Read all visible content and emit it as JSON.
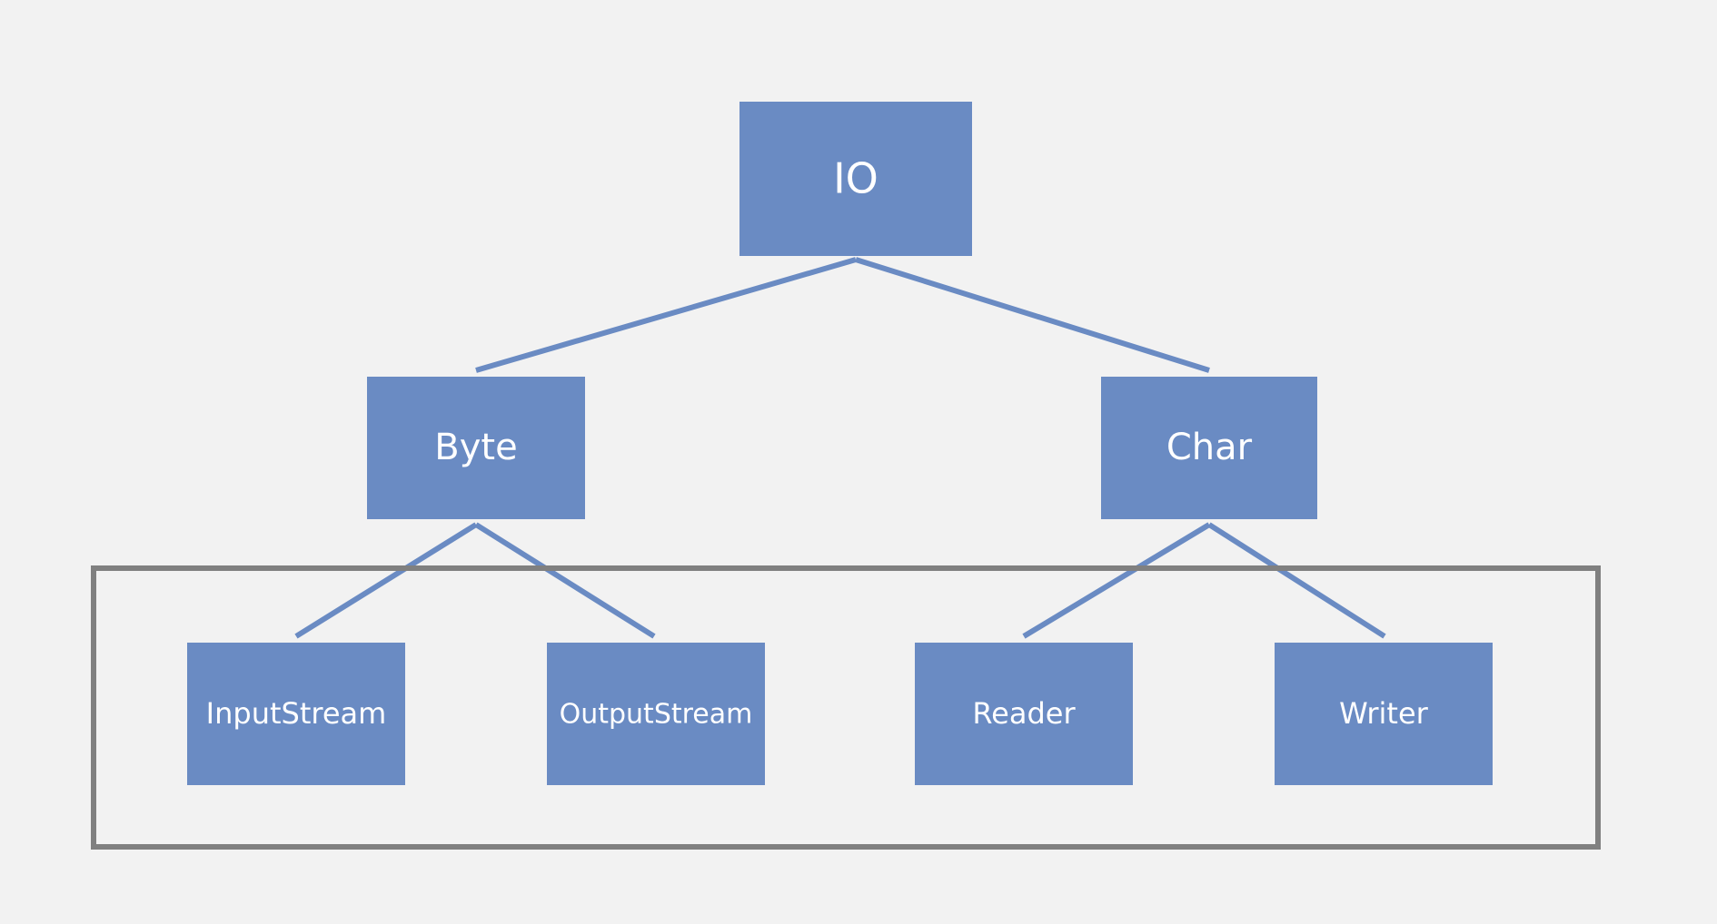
{
  "diagram": {
    "root": {
      "label": "IO"
    },
    "byte": {
      "label": "Byte"
    },
    "char": {
      "label": "Char"
    },
    "input_stream": {
      "label": "InputStream"
    },
    "output_stream": {
      "label": "OutputStream"
    },
    "reader": {
      "label": "Reader"
    },
    "writer": {
      "label": "Writer"
    }
  },
  "colors": {
    "background": "#f2f2f2",
    "node_fill": "#6a8bc3",
    "node_text": "#ffffff",
    "frame": "#808080"
  }
}
